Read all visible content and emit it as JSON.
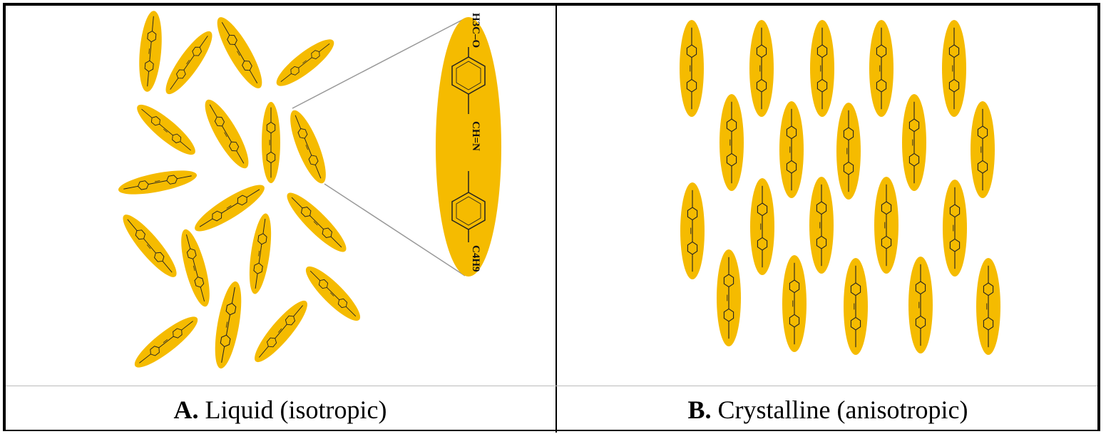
{
  "panel_a": {
    "letter": "A.",
    "caption": "Liquid (isotropic)",
    "molecule_labels": {
      "top": "H3C–O",
      "middle": "CH=N",
      "bottom": "C4H9"
    }
  },
  "panel_b": {
    "letter": "B.",
    "caption": "Crystalline (anisotropic)"
  },
  "colors": {
    "molecule_fill": "#F5BB00",
    "line": "#000000",
    "zoom_line": "#999999"
  }
}
